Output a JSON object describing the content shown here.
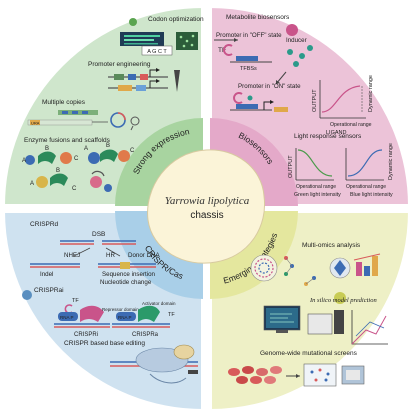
{
  "center": {
    "title": "Yarrowia lipolytica",
    "subtitle": "chassis"
  },
  "inner_ring": {
    "strong_expression": "Strong expression",
    "biosensors": "Biosensors",
    "crispr_cas": "CRISPR/Cas",
    "emerging_strategies": "Emerging strategies"
  },
  "strong_expression": {
    "codon_optimization": "Codon optimization",
    "codon_example": "A G C T",
    "promoter_engineering": "Promoter engineering",
    "multiple_copies": "Multiple copies",
    "ura": "URA",
    "enzyme_fusions": "Enzyme fusions and scaffolds",
    "letters": [
      "A",
      "B",
      "C"
    ]
  },
  "biosensors": {
    "metabolite_biosensors": "Metabolite biosensors",
    "promoter_off": "Promoter in \"OFF\" state",
    "tf": "TF",
    "inducer": "Inducer",
    "tfbss": "TFBSs",
    "promoter_on": "Promoter in \"ON\" state",
    "output": "OUTPUT",
    "dynamic_range": "Dynamic range",
    "operational_range": "Operational range",
    "ligand": "LIGAND",
    "light_response_sensors": "Light response sensors",
    "green_light": "Green light intensity",
    "blue_light": "Blue light intensity"
  },
  "crispr": {
    "crispri_title": "CRISPRd",
    "dsb": "DSB",
    "nhej": "NHEJ",
    "hr": "HR",
    "donor_dna": "Donor DNA",
    "indel": "Indel",
    "sequence_insertion": "Sequence insertion",
    "nucleotide_change": "Nucleotide change",
    "crisprai": "CRISPRai",
    "tf": "TF",
    "rna_p": "RNA P",
    "repressor_domain": "Repressor domain",
    "activator_domain": "Activator domain",
    "crispri": "CRISPRi",
    "crispra": "CRISPRa",
    "base_editing": "CRISPR based base editing"
  },
  "emerging": {
    "multi_omics": "Multi-omics analysis",
    "in_silico": "In silico model prediction",
    "genome_wide": "Genome-wide mutational screens"
  },
  "colors": {
    "green_quadrant": "#cfe6cc",
    "pink_quadrant": "#ecc3d8",
    "blue_quadrant": "#cfe2f0",
    "yellow_quadrant": "#eef0c6",
    "chassis": "#fbf4d8",
    "inner_green": "#a8d4a0",
    "inner_pink": "#e4a9c9",
    "inner_blue": "#a9cfe8",
    "inner_yellow": "#e4e79e"
  }
}
